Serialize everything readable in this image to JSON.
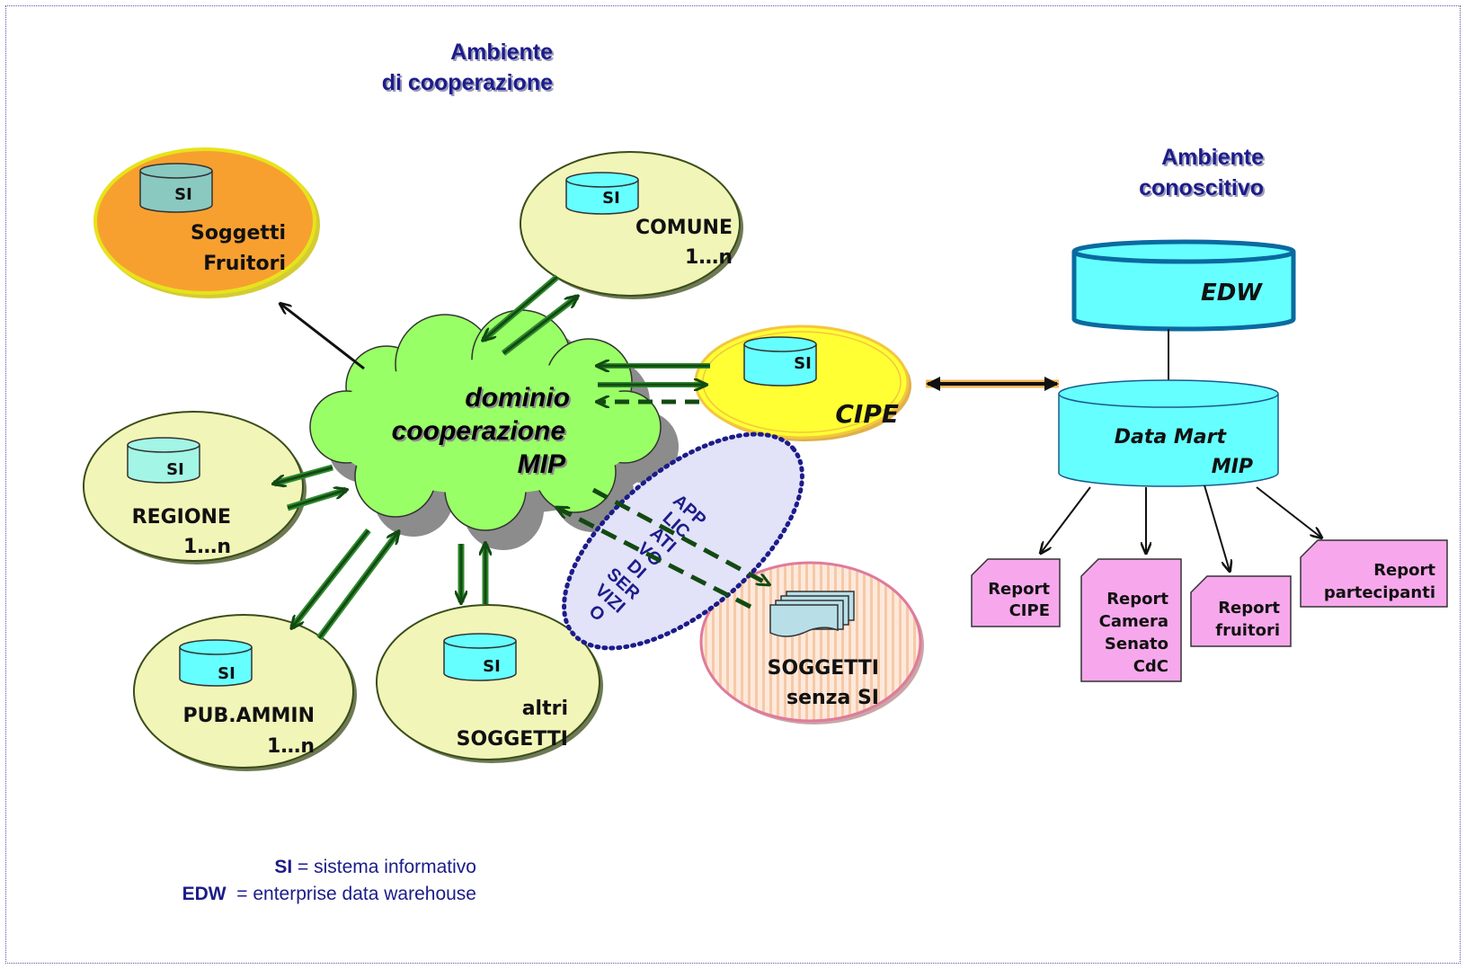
{
  "headings": {
    "cooperation_line1": "Ambiente",
    "cooperation_line2": "di cooperazione",
    "knowledge_line1": "Ambiente",
    "knowledge_line2": "conoscitivo"
  },
  "cloud": {
    "line1": "dominio",
    "line2": "cooperazione",
    "line3": "MIP"
  },
  "nodes": {
    "soggetti_fruitori": {
      "si": "SI",
      "line1": "Soggetti",
      "line2": "Fruitori"
    },
    "comune": {
      "si": "SI",
      "line1": "COMUNE",
      "line2": "1…n"
    },
    "cipe": {
      "si": "SI",
      "line1": "CIPE"
    },
    "regione": {
      "si": "SI",
      "line1": "REGIONE",
      "line2": "1…n"
    },
    "pub_ammin": {
      "si": "SI",
      "line1": "PUB.AMMIN",
      "line2": "1…n"
    },
    "altri_soggetti": {
      "si": "SI",
      "line1": "altri",
      "line2": "SOGGETTI"
    },
    "soggetti_senza_si": {
      "line1": "SOGGETTI",
      "line2": "senza SI"
    }
  },
  "services": {
    "lines": [
      "APP",
      "LIC",
      "ATI",
      "VO",
      "DI",
      "SER",
      "VIZI",
      "O"
    ]
  },
  "warehouse": {
    "edw": "EDW",
    "datamart_line1": "Data Mart",
    "datamart_line2": "MIP"
  },
  "reports": {
    "cipe": [
      "Report",
      "CIPE"
    ],
    "camera": [
      "Report",
      "Camera",
      "Senato",
      "CdC"
    ],
    "fruitori": [
      "Report",
      "fruitori"
    ],
    "partecipanti": [
      "Report",
      "partecipanti"
    ]
  },
  "legend": {
    "si_abbr": "SI",
    "si_text": "= sistema informativo",
    "edw_abbr": "EDW",
    "edw_text": "= enterprise data warehouse"
  },
  "colors": {
    "heading": "#1c1c8a",
    "cloud": "#99ff66",
    "ellipse_yellow": "#f2f5b8",
    "ellipse_orange": "#f7a030",
    "cipe": "#ffff33",
    "cylinder": "#66ffff",
    "report": "#f7a8ec"
  }
}
